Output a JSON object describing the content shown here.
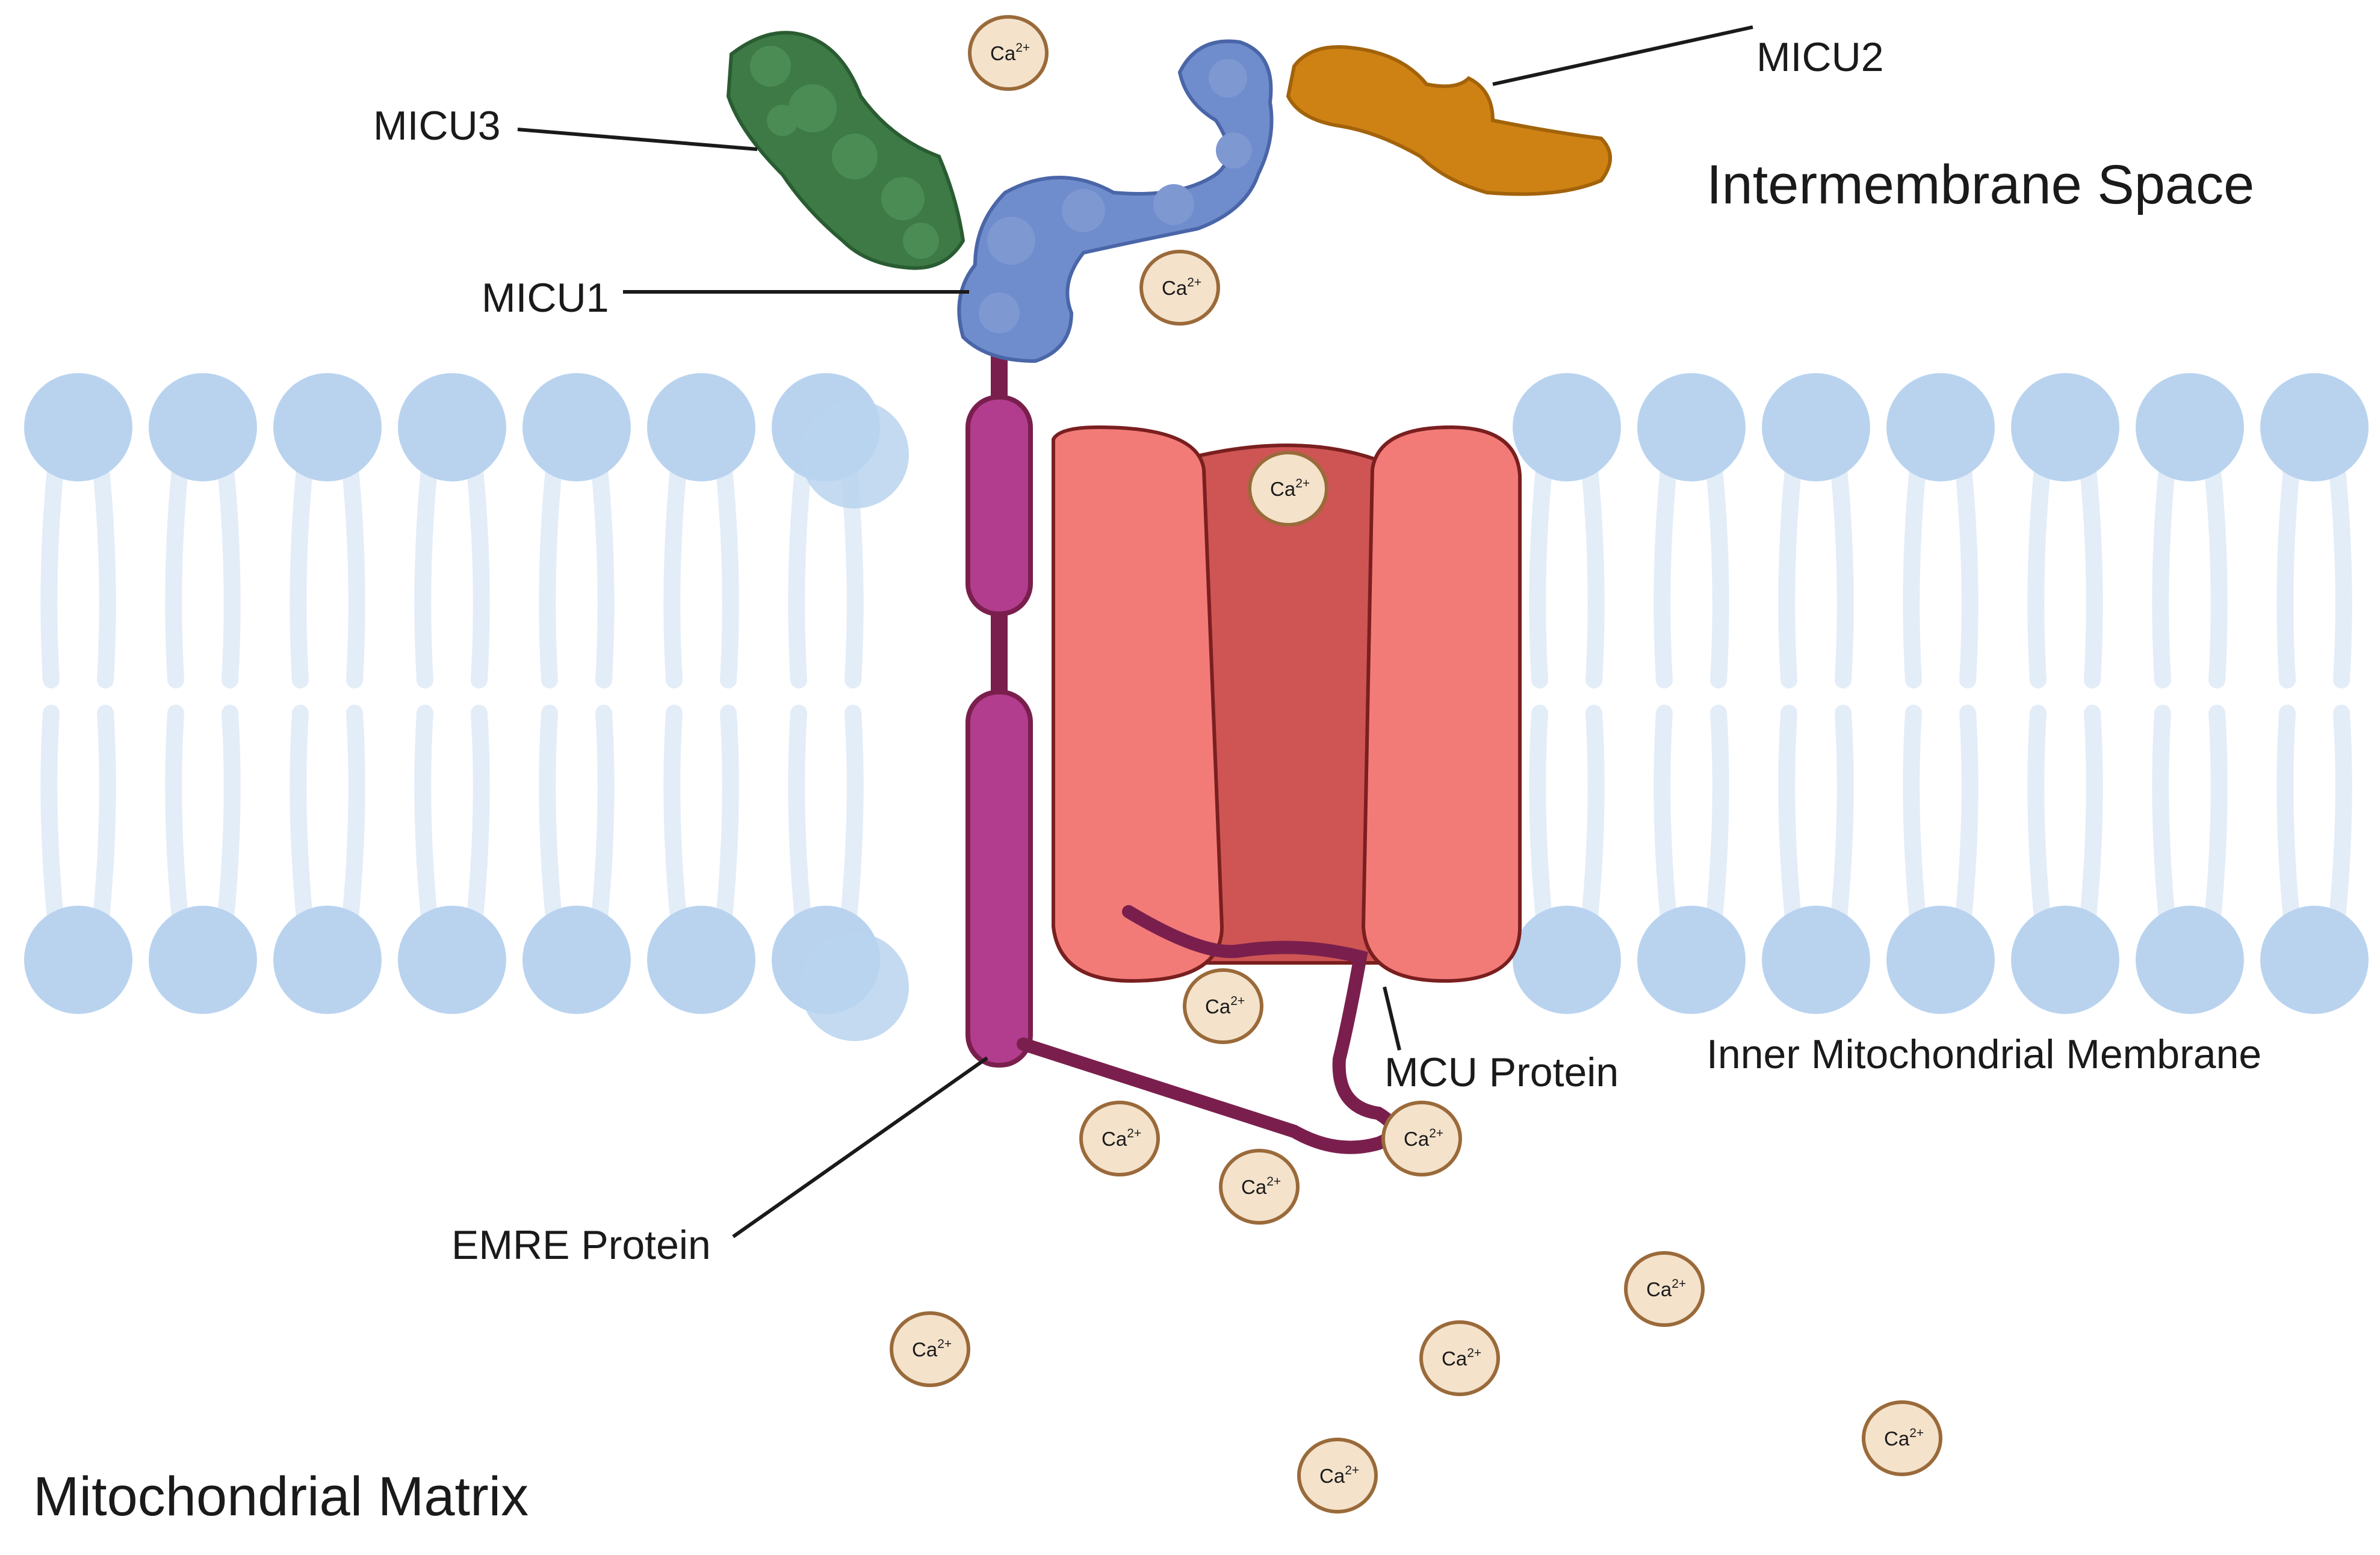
{
  "regions": {
    "intermembrane": "Intermembrane Space",
    "inner_membrane": "Inner Mitochondrial Membrane",
    "matrix": "Mitochondrial Matrix"
  },
  "proteins": {
    "micu3": "MICU3",
    "micu1": "MICU1",
    "micu2": "MICU2",
    "mcu": "MCU Protein",
    "emre": "EMRE Protein"
  },
  "ion": {
    "base": "Ca",
    "charge": "2+"
  },
  "colors": {
    "lipid_head": "#b9d3ef",
    "lipid_tail": "#e3edf8",
    "micu1": "#6f8ccc",
    "micu3": "#3d7a46",
    "micu2": "#cf8214",
    "mcu_outer": "#f27b78",
    "mcu_inner": "#ce5554",
    "emre_helix": "#b23c8d",
    "emre_linker": "#7a1f4d",
    "ion_fill": "#f4e2cb"
  }
}
